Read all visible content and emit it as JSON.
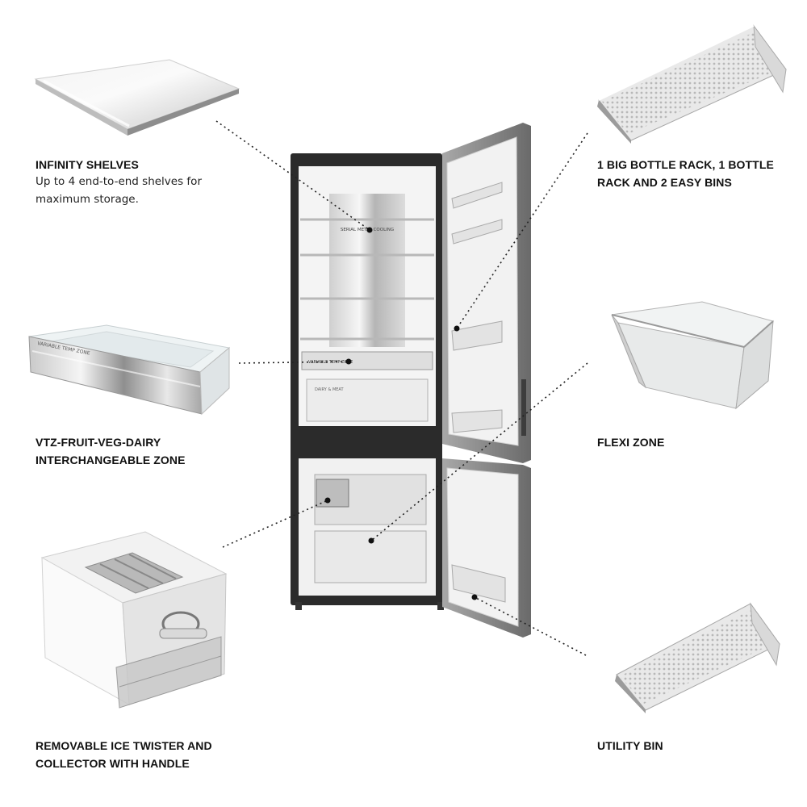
{
  "features": {
    "infinity_shelves": {
      "title": "INFINITY SHELVES",
      "desc_line1": "Up to 4 end-to-end shelves for",
      "desc_line2": "maximum storage."
    },
    "vtz_zone": {
      "title_line1": "VTZ-FRUIT-VEG-DAIRY",
      "title_line2": "INTERCHANGEABLE ZONE"
    },
    "ice_twister": {
      "title_line1": "REMOVABLE ICE TWISTER AND",
      "title_line2": "COLLECTOR WITH HANDLE"
    },
    "bottle_rack": {
      "title_line1": "1 BIG BOTTLE RACK, 1 BOTTLE",
      "title_line2": "RACK AND 2 EASY BINS"
    },
    "flexi_zone": {
      "title": "FLEXI ZONE"
    },
    "utility_bin": {
      "title": "UTILITY BIN"
    }
  },
  "fridge_prints": {
    "cooling": "SERIAL METAL COOLING",
    "convert": "VARIABLE TEMP ZONE",
    "deli": "DAIRY & MEAT"
  }
}
